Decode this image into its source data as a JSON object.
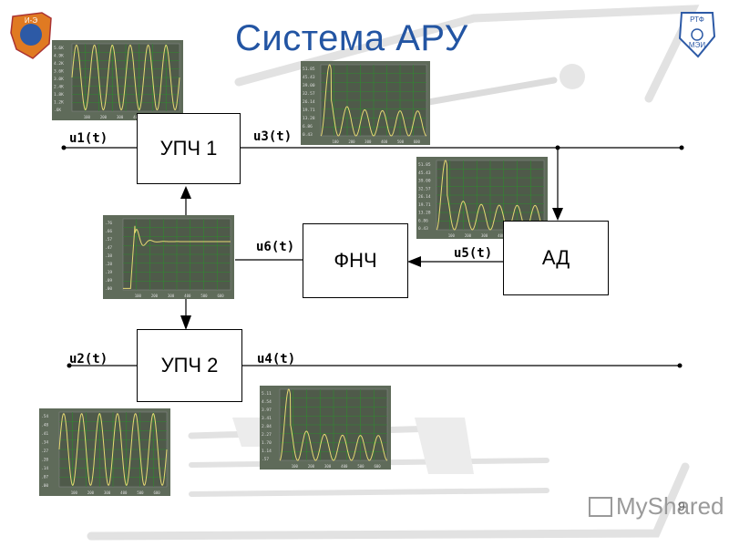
{
  "title": "Система АРУ",
  "blocks": {
    "upch1": "УПЧ 1",
    "upch2": "УПЧ 2",
    "fnch": "ФНЧ",
    "ad": "АД"
  },
  "signals": {
    "u1": "u1(t)",
    "u2": "u2(t)",
    "u3": "u3(t)",
    "u4": "u4(t)",
    "u5": "u5(t)",
    "u6": "u6(t)"
  },
  "logos": {
    "left": "И-Э",
    "right": "РТФ МЭИ"
  },
  "watermark": "MyShared",
  "page_number": "9",
  "colors": {
    "title": "#2355a3",
    "scope_bg": "#5f6b5a",
    "scope_grid": "#2f8a2f",
    "scope_trace": "#e5d873"
  },
  "scopes": {
    "u1": [
      "5.6K",
      "4.9K",
      "4.2K",
      "3.6K",
      "3.0K",
      "2.4K",
      "1.8K",
      "1.2K",
      ".6K"
    ],
    "u3": [
      "51.85",
      "45.43",
      "39.00",
      "32.57",
      "26.14",
      "19.71",
      "13.28",
      "6.86",
      "0.43"
    ],
    "u5": [
      "51.85",
      "45.43",
      "39.00",
      "32.57",
      "26.14",
      "19.71",
      "13.28",
      "6.86",
      "0.43"
    ],
    "u6": [
      ".76",
      ".66",
      ".57",
      ".47",
      ".38",
      ".28",
      ".19",
      ".09",
      ".00"
    ],
    "u2": [
      ".54",
      ".48",
      ".41",
      ".34",
      ".27",
      ".20",
      ".14",
      ".07",
      ".00"
    ],
    "u4": [
      "5.11",
      "4.54",
      "3.97",
      "3.41",
      "2.84",
      "2.27",
      "1.70",
      "1.14",
      ".57"
    ],
    "x_ticks": [
      "100",
      "200",
      "300",
      "400",
      "500",
      "600"
    ]
  }
}
